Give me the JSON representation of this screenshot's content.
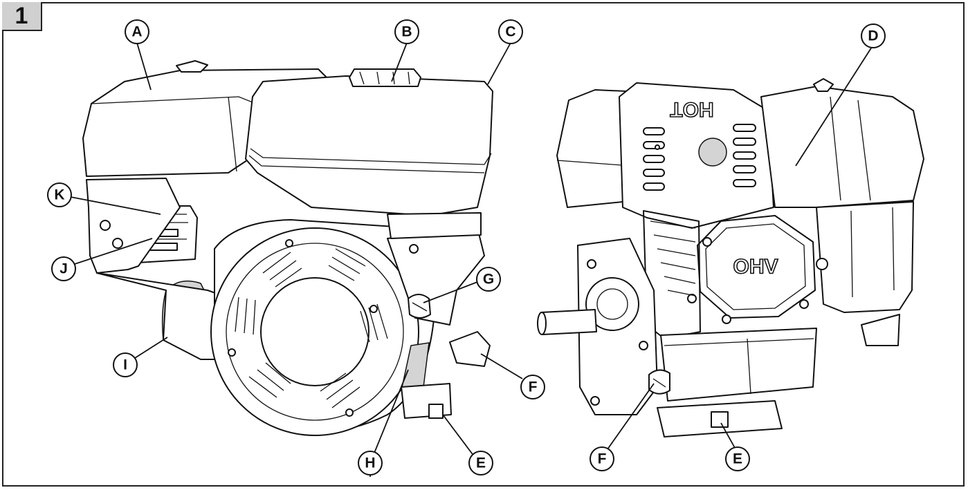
{
  "figure_number": "1",
  "engine_markings": {
    "hot": "HOT",
    "ohv": "OHV"
  },
  "callouts": {
    "A": "A",
    "B": "B",
    "C": "C",
    "D": "D",
    "E": "E",
    "F": "F",
    "G": "G",
    "H": "H",
    "I": "I",
    "J": "J",
    "K": "K"
  },
  "colors": {
    "line": "#111111",
    "label_fill": "#d4d4d4",
    "badge_fill": "#d0d0d0"
  }
}
